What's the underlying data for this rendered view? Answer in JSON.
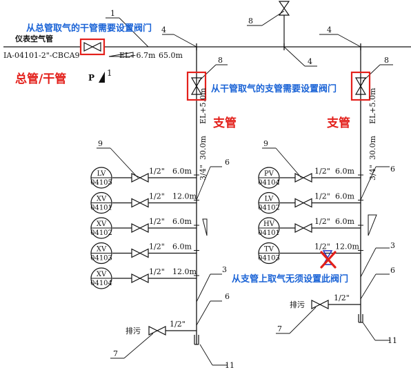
{
  "header": {
    "pipe_name": "仪表空气管",
    "pipe_code": "IA-04101-2\"-CBCA9",
    "elevation": "EL+6.7m",
    "length": "65.0m",
    "pressure_marker": "P",
    "pressure_index": "1"
  },
  "annotations": {
    "main_to_trunk": "从总管取气的干管需要设置阀门",
    "trunk_to_branch": "从干管取气的支管需要设置阀门",
    "from_branch": "从支管上取气无须设置此阀门",
    "main_pipe_label": "总管/干管",
    "branch_label_left": "支管",
    "branch_label_right": "支管"
  },
  "callouts": {
    "n1": "1",
    "n3": "3",
    "n4": "4",
    "n6": "6",
    "n7": "7",
    "n8": "8",
    "n9": "9",
    "n11": "11"
  },
  "left_branch": {
    "riser_elevation": "EL+5.0m",
    "riser_length": "30.0m",
    "riser_size": "3/4\"",
    "drain_label": "排污",
    "drain_size": "1/2\"",
    "instruments": [
      {
        "type": "LV",
        "tag": "04105",
        "size": "1/2\"",
        "length": "6.0m"
      },
      {
        "type": "XV",
        "tag": "04101",
        "size": "1/2\"",
        "length": "12.0m"
      },
      {
        "type": "XV",
        "tag": "04102",
        "size": "1/2\"",
        "length": "6.0m"
      },
      {
        "type": "XV",
        "tag": "04103",
        "size": "1/2\"",
        "length": "6.0m"
      },
      {
        "type": "XV",
        "tag": "04104",
        "size": "1/2\"",
        "length": "12.0m"
      }
    ]
  },
  "right_branch": {
    "riser_elevation": "EL+5.0m",
    "riser_length": "30.0m",
    "riser_size": "3/4\"",
    "drain_label": "排污",
    "drain_size": "1/2\"",
    "instruments": [
      {
        "type": "PV",
        "tag": "04104",
        "size": "1/2\"",
        "length": "6.0m"
      },
      {
        "type": "LV",
        "tag": "04102",
        "size": "1/2\"",
        "length": "6.0m"
      },
      {
        "type": "HV",
        "tag": "04101",
        "size": "1/2\"",
        "length": "6.0m"
      },
      {
        "type": "TV",
        "tag": "04103",
        "size": "1/2\"",
        "length": "12.0m"
      }
    ]
  },
  "colors": {
    "pipe": "#111111",
    "highlight_box": "#e3201b",
    "annotation_blue": "#1a63d6",
    "annotation_red": "#e3201b",
    "crossed_valve": "#1f2fbf"
  }
}
